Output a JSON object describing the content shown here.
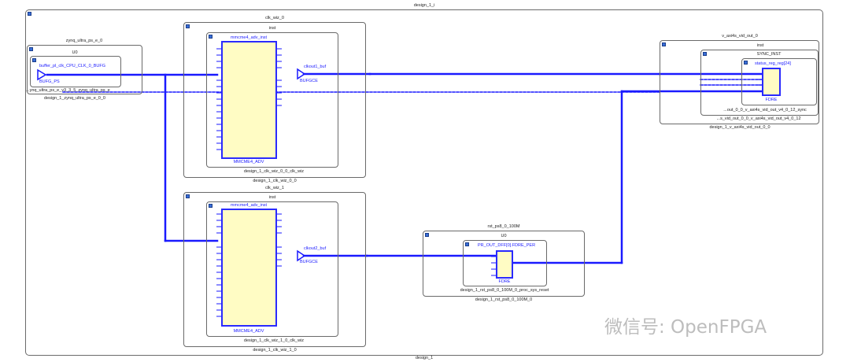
{
  "top": {
    "title": "design_1_i",
    "bottom": "design_1"
  },
  "zynq": {
    "cell": "zynq_ultra_ps_e_0",
    "inst": "U0",
    "buf_name": "buffer_pl_clk_CPU_CLK_0_BUFG",
    "buf_prim": "BUFG_PS",
    "inst_path": "...ynq_ultra_ps_e_v3_3_5_zynq_ultra_ps_e",
    "module": "design_1_zynq_ultra_ps_e_0_0"
  },
  "clkwiz0": {
    "cell": "clk_wiz_0",
    "inst": "inst",
    "mmcm": "mmcme4_adv_inst",
    "mmcm_prim": "MMCME4_ADV",
    "buf": "clkout1_buf",
    "buf_prim": "BUFGCE",
    "inst_module": "design_1_clk_wiz_0_0_clk_wiz",
    "module": "design_1_clk_wiz_0_0"
  },
  "clkwiz1": {
    "cell": "clk_wiz_1",
    "inst": "inst",
    "mmcm": "mmcme4_adv_inst",
    "mmcm_prim": "MMCME4_ADV",
    "buf": "clkout2_buf",
    "buf_prim": "BUFGCE",
    "inst_module": "design_1_clk_wiz_1_0_clk_wiz",
    "module": "design_1_clk_wiz_1_0"
  },
  "rst": {
    "cell": "rst_ps8_0_100M",
    "inst": "U0",
    "ff": "PR_OUT_DFF[0].FDRE_PER",
    "ff_prim": "FDRE",
    "inst_module": "design_1_rst_ps8_0_100M_0_proc_sys_reset",
    "module": "design_1_rst_ps8_0_100M_0"
  },
  "vout": {
    "cell": "v_axi4s_vid_out_0",
    "inst": "inst",
    "sync": "SYNC_INST",
    "reg": "status_reg_reg[24]",
    "reg_prim": "FDRE",
    "sync_module": "...out_0_0_v_axi4s_vid_out_v4_0_12_sync",
    "inst_module": "...s_vid_out_0_0_v_axi4s_vid_out_v4_0_12",
    "module": "design_1_v_axi4s_vid_out_0_0"
  },
  "watermark": "微信号: OpenFPGA",
  "colors": {
    "wire": "#1a1aff",
    "primitive_fill": "#fffcc4",
    "box_border": "#6a6a6a"
  }
}
